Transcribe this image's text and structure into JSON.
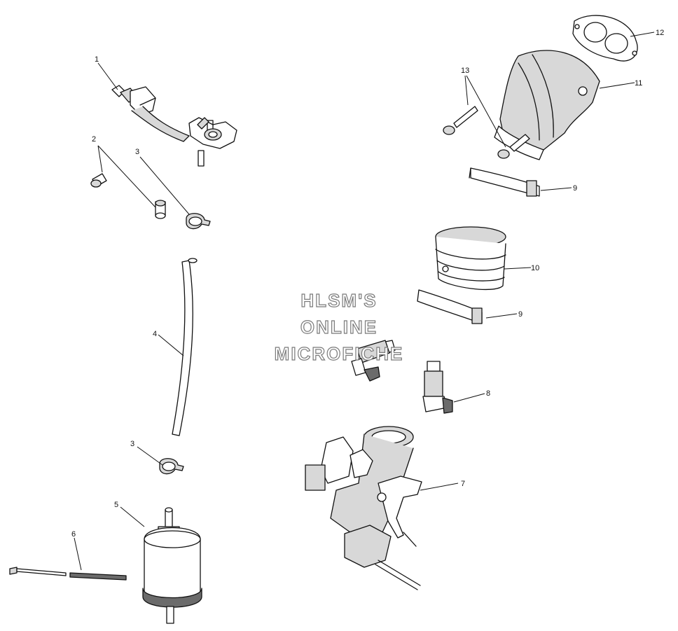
{
  "watermark": {
    "line1": "HLSM'S",
    "line2": "ONLINE",
    "line3": "MICROFICHE"
  },
  "callouts": {
    "c1": "1",
    "c2": "2",
    "c3a": "3",
    "c3b": "3",
    "c4": "4",
    "c5": "5",
    "c6": "6",
    "c7": "7",
    "c8": "8",
    "c9a": "9",
    "c9b": "9",
    "c10": "10",
    "c11": "11",
    "c12": "12",
    "c13": "13"
  },
  "colors": {
    "line": "#111111",
    "watermark_outline": "#7a7a7a",
    "background": "#ffffff"
  }
}
